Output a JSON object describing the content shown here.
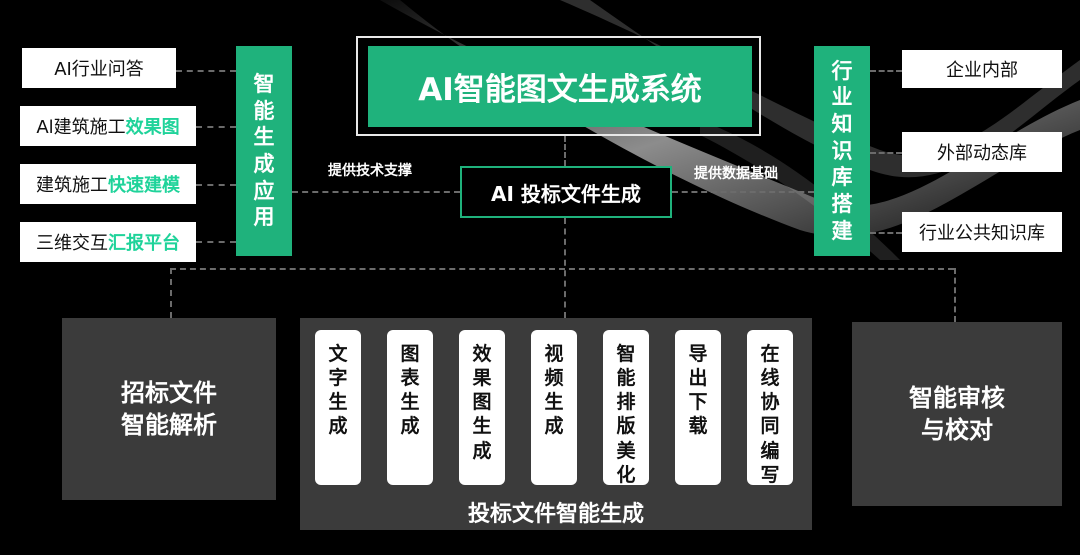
{
  "title": "AI智能图文生成系统",
  "subtitle": "AI 投标文件生成",
  "left_support_label": "提供技术支撑",
  "right_support_label": "提供数据基础",
  "left_bar": "智能生成应用",
  "right_bar": "行业知识库搭建",
  "left_items": [
    {
      "prefix": "AI行业问答",
      "highlight": ""
    },
    {
      "prefix": "Al建筑施工",
      "highlight": "效果图"
    },
    {
      "prefix": "建筑施工",
      "highlight": "快速建模"
    },
    {
      "prefix": "三维交互",
      "highlight": "汇报平台"
    }
  ],
  "right_items": [
    "企业内部",
    "外部动态库",
    "行业公共知识库"
  ],
  "bottom_left": "招标文件\n智能解析",
  "bottom_right": "智能审核\n与校对",
  "center_title": "投标文件智能生成",
  "center_cards": [
    "文字生成",
    "图表生成",
    "效果图生成",
    "视频生成",
    "智能排版美化",
    "导出下载",
    "在线协同编写"
  ],
  "colors": {
    "accent": "#1fb27c",
    "highlight": "#1fd39a",
    "panel": "#3b3b3b",
    "background": "#000000"
  }
}
